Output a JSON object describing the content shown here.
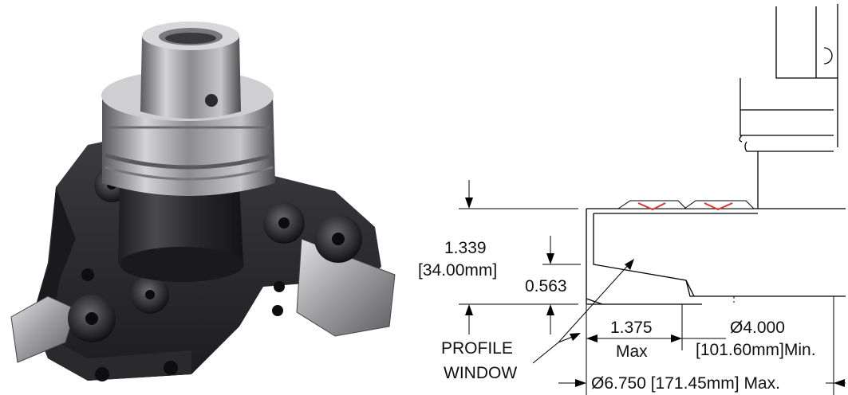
{
  "drawing": {
    "height_dim": {
      "value": "1.339",
      "metric": "[34.00mm]"
    },
    "window_dim": {
      "value": "0.563"
    },
    "profile_label": {
      "line1": "PROFILE",
      "line2": "WINDOW"
    },
    "radial_dim": {
      "value": "1.375",
      "suffix": "Max"
    },
    "bore_dim": {
      "value": "Ø4.000",
      "metric": "[101.60mm]Min."
    },
    "outer_dim": {
      "value": "Ø6.750 [171.45mm] Max."
    }
  },
  "colors": {
    "line": "#000000",
    "insert_accent": "#e03030",
    "metal_dark": "#2b2b2e",
    "metal_light": "#b9b9bb"
  },
  "icons": {
    "photo": "tool-holder-photo"
  }
}
